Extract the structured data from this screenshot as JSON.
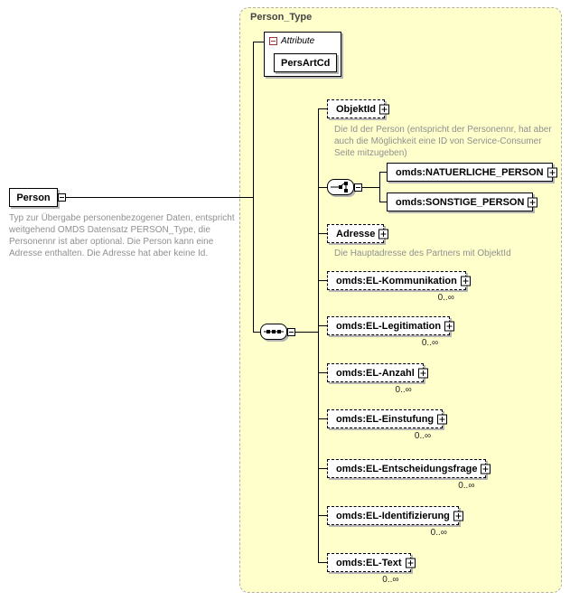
{
  "colors": {
    "container_bg": "#ffffcc",
    "container_border": "#b0b0b0",
    "description_text": "#909090",
    "attribute_icon": "#a03333",
    "box_shadow": "#b5b5b5"
  },
  "root": {
    "label": "Person",
    "description": "Typ zur Übergabe personenbezogener Daten, entspricht weitgehend OMDS Datensatz PERSON_Type, die Personennr ist aber optional. Die Person kann eine Adresse enthalten. Die Adresse hat aber keine Id."
  },
  "container": {
    "title": "Person_Type",
    "attribute_section": {
      "label": "Attribute",
      "attributes": [
        {
          "name": "PersArtCd"
        }
      ]
    },
    "children": [
      {
        "type": "element",
        "label": "ObjektId",
        "optional": true,
        "description": "Die Id der Person (entspricht der Personennr, hat aber auch die Möglichkeit eine ID von Service-Consumer Seite mitzugeben)"
      },
      {
        "type": "choice",
        "options": [
          {
            "label": "omds:NATUERLICHE_PERSON"
          },
          {
            "label": "omds:SONSTIGE_PERSON"
          }
        ]
      },
      {
        "type": "element",
        "label": "Adresse",
        "optional": true,
        "description": "Die Hauptadresse des Partners mit ObjektId"
      },
      {
        "type": "element",
        "label": "omds:EL-Kommunikation",
        "occurrence": "0..∞"
      },
      {
        "type": "element",
        "label": "omds:EL-Legitimation",
        "occurrence": "0..∞"
      },
      {
        "type": "element",
        "label": "omds:EL-Anzahl",
        "occurrence": "0..∞"
      },
      {
        "type": "element",
        "label": "omds:EL-Einstufung",
        "occurrence": "0..∞"
      },
      {
        "type": "element",
        "label": "omds:EL-Entscheidungsfrage",
        "occurrence": "0..∞"
      },
      {
        "type": "element",
        "label": "omds:EL-Identifizierung",
        "occurrence": "0..∞"
      },
      {
        "type": "element",
        "label": "omds:EL-Text",
        "occurrence": "0..∞"
      }
    ]
  }
}
